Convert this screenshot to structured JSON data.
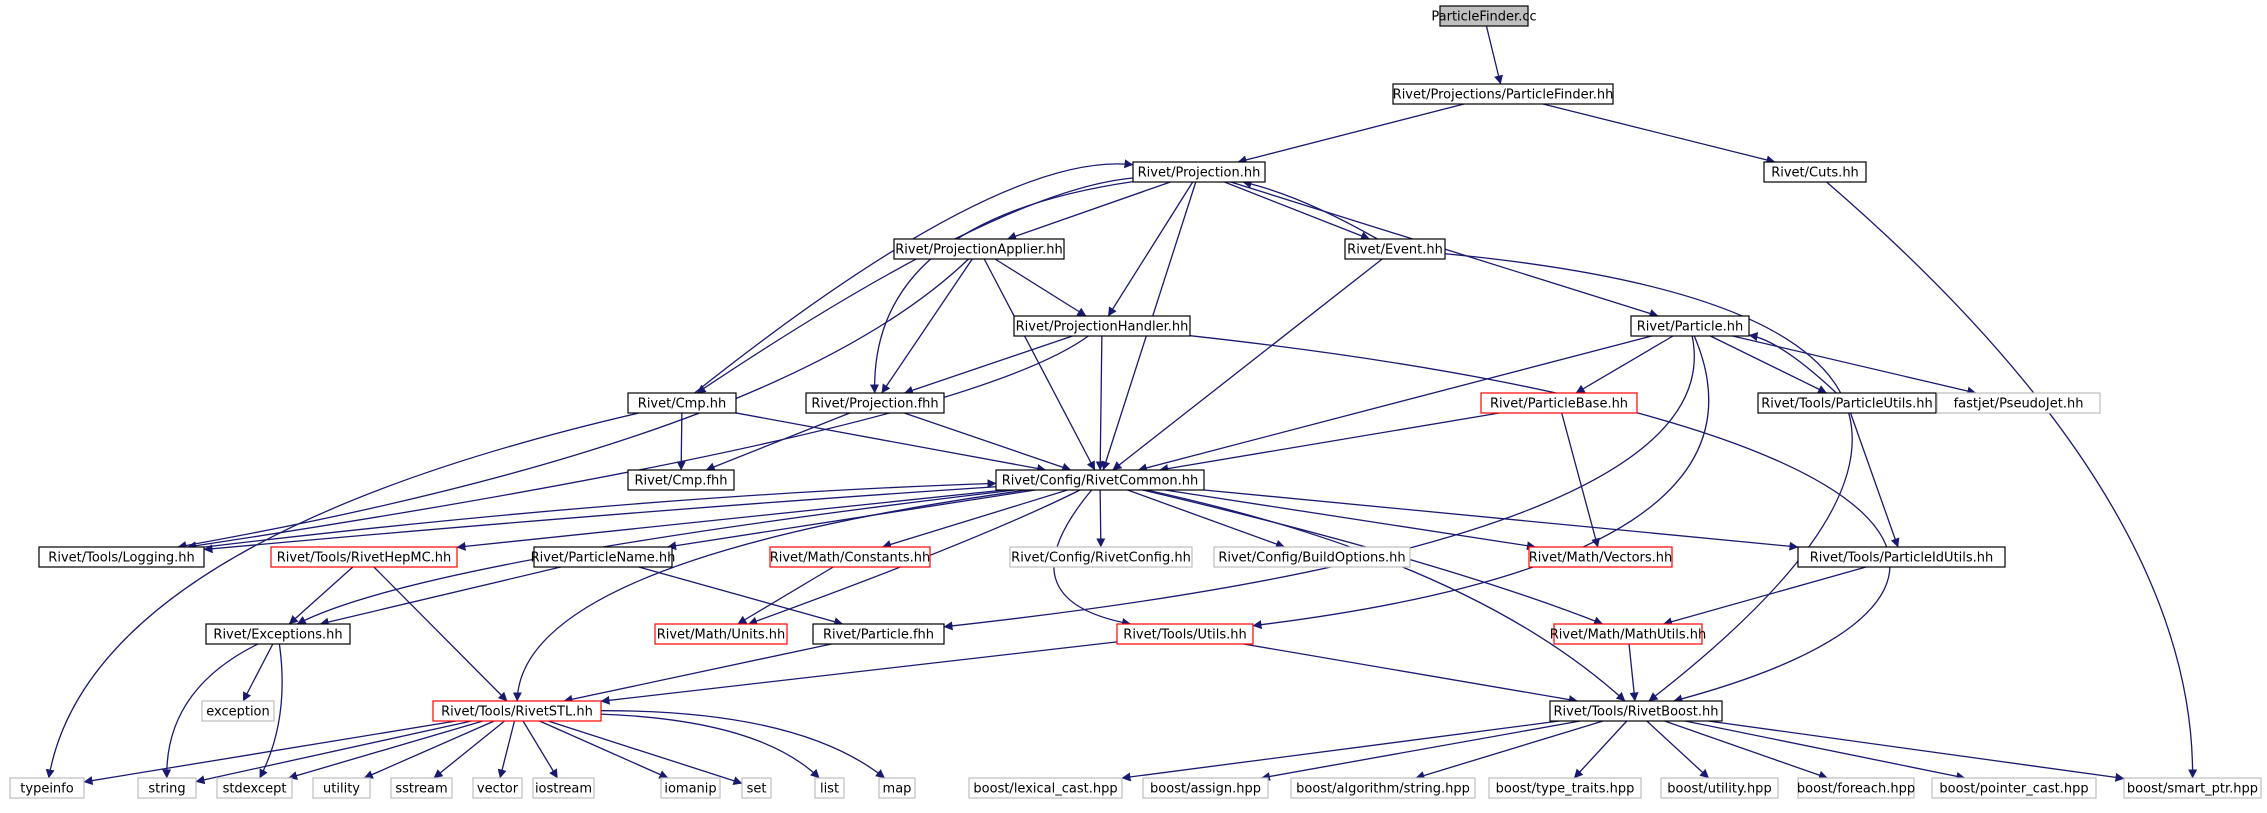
{
  "diagram": {
    "colors": {
      "edge": "#191970",
      "root_fill": "#bfbfbf",
      "box_border": "#000000",
      "red_border": "#ff0000",
      "gray_border": "#bfbfbf",
      "background": "#ffffff"
    },
    "nodes": [
      {
        "id": "n0",
        "label": "ParticleFinder.cc",
        "style": "root"
      },
      {
        "id": "n1",
        "label": "Rivet/Projections/ParticleFinder.hh",
        "style": "black"
      },
      {
        "id": "n2",
        "label": "Rivet/Projection.hh",
        "style": "black"
      },
      {
        "id": "n3",
        "label": "Rivet/Cuts.hh",
        "style": "black"
      },
      {
        "id": "n4",
        "label": "Rivet/ProjectionApplier.hh",
        "style": "black"
      },
      {
        "id": "n5",
        "label": "Rivet/Event.hh",
        "style": "black"
      },
      {
        "id": "n6",
        "label": "Rivet/ProjectionHandler.hh",
        "style": "black"
      },
      {
        "id": "n7",
        "label": "Rivet/Particle.hh",
        "style": "black"
      },
      {
        "id": "n8",
        "label": "Rivet/Cmp.hh",
        "style": "black"
      },
      {
        "id": "n9",
        "label": "Rivet/Projection.fhh",
        "style": "black"
      },
      {
        "id": "n10",
        "label": "Rivet/ParticleBase.hh",
        "style": "red"
      },
      {
        "id": "n11",
        "label": "Rivet/Tools/ParticleUtils.hh",
        "style": "black"
      },
      {
        "id": "n12",
        "label": "fastjet/PseudoJet.hh",
        "style": "gray"
      },
      {
        "id": "n13",
        "label": "Rivet/Cmp.fhh",
        "style": "black"
      },
      {
        "id": "n14",
        "label": "Rivet/Config/RivetCommon.hh",
        "style": "black"
      },
      {
        "id": "n15",
        "label": "Rivet/Tools/Logging.hh",
        "style": "black"
      },
      {
        "id": "n16",
        "label": "Rivet/Tools/RivetHepMC.hh",
        "style": "red"
      },
      {
        "id": "n17",
        "label": "Rivet/ParticleName.hh",
        "style": "black"
      },
      {
        "id": "n18",
        "label": "Rivet/Math/Constants.hh",
        "style": "red"
      },
      {
        "id": "n19",
        "label": "Rivet/Config/RivetConfig.hh",
        "style": "gray"
      },
      {
        "id": "n20",
        "label": "Rivet/Config/BuildOptions.hh",
        "style": "gray"
      },
      {
        "id": "n21",
        "label": "Rivet/Math/Vectors.hh",
        "style": "red"
      },
      {
        "id": "n22",
        "label": "Rivet/Tools/ParticleIdUtils.hh",
        "style": "black"
      },
      {
        "id": "n23",
        "label": "Rivet/Exceptions.hh",
        "style": "black"
      },
      {
        "id": "n24",
        "label": "Rivet/Math/Units.hh",
        "style": "red"
      },
      {
        "id": "n25",
        "label": "Rivet/Particle.fhh",
        "style": "black"
      },
      {
        "id": "n26",
        "label": "Rivet/Tools/Utils.hh",
        "style": "red"
      },
      {
        "id": "n27",
        "label": "Rivet/Math/MathUtils.hh",
        "style": "red"
      },
      {
        "id": "n28",
        "label": "exception",
        "style": "gray"
      },
      {
        "id": "n29",
        "label": "Rivet/Tools/RivetSTL.hh",
        "style": "red"
      },
      {
        "id": "n30",
        "label": "Rivet/Tools/RivetBoost.hh",
        "style": "black"
      },
      {
        "id": "n31",
        "label": "typeinfo",
        "style": "gray"
      },
      {
        "id": "n32",
        "label": "string",
        "style": "gray"
      },
      {
        "id": "n33",
        "label": "stdexcept",
        "style": "gray"
      },
      {
        "id": "n34",
        "label": "utility",
        "style": "gray"
      },
      {
        "id": "n35",
        "label": "sstream",
        "style": "gray"
      },
      {
        "id": "n36",
        "label": "vector",
        "style": "gray"
      },
      {
        "id": "n37",
        "label": "iostream",
        "style": "gray"
      },
      {
        "id": "n38",
        "label": "iomanip",
        "style": "gray"
      },
      {
        "id": "n39",
        "label": "set",
        "style": "gray"
      },
      {
        "id": "n40",
        "label": "list",
        "style": "gray"
      },
      {
        "id": "n41",
        "label": "map",
        "style": "gray"
      },
      {
        "id": "n42",
        "label": "boost/lexical_cast.hpp",
        "style": "gray"
      },
      {
        "id": "n43",
        "label": "boost/assign.hpp",
        "style": "gray"
      },
      {
        "id": "n44",
        "label": "boost/algorithm/string.hpp",
        "style": "gray"
      },
      {
        "id": "n45",
        "label": "boost/type_traits.hpp",
        "style": "gray"
      },
      {
        "id": "n46",
        "label": "boost/utility.hpp",
        "style": "gray"
      },
      {
        "id": "n47",
        "label": "boost/foreach.hpp",
        "style": "gray"
      },
      {
        "id": "n48",
        "label": "boost/pointer_cast.hpp",
        "style": "gray"
      },
      {
        "id": "n49",
        "label": "boost/smart_ptr.hpp",
        "style": "gray"
      }
    ],
    "edges": [
      [
        "n0",
        "n1"
      ],
      [
        "n1",
        "n2"
      ],
      [
        "n1",
        "n3"
      ],
      [
        "n2",
        "n4"
      ],
      [
        "n2",
        "n5"
      ],
      [
        "n2",
        "n6"
      ],
      [
        "n2",
        "n7"
      ],
      [
        "n2",
        "n8"
      ],
      [
        "n2",
        "n9"
      ],
      [
        "n2",
        "n14"
      ],
      [
        "n3",
        "n49"
      ],
      [
        "n4",
        "n6"
      ],
      [
        "n4",
        "n9"
      ],
      [
        "n4",
        "n14"
      ],
      [
        "n4",
        "n15"
      ],
      [
        "n5",
        "n2"
      ],
      [
        "n5",
        "n14"
      ],
      [
        "n5",
        "n30"
      ],
      [
        "n6",
        "n9"
      ],
      [
        "n6",
        "n14"
      ],
      [
        "n6",
        "n15"
      ],
      [
        "n6",
        "n30"
      ],
      [
        "n7",
        "n10"
      ],
      [
        "n7",
        "n11"
      ],
      [
        "n7",
        "n12"
      ],
      [
        "n7",
        "n14"
      ],
      [
        "n7",
        "n25"
      ],
      [
        "n7",
        "n26"
      ],
      [
        "n8",
        "n2"
      ],
      [
        "n8",
        "n13"
      ],
      [
        "n8",
        "n14"
      ],
      [
        "n8",
        "n31"
      ],
      [
        "n9",
        "n13"
      ],
      [
        "n9",
        "n14"
      ],
      [
        "n10",
        "n14"
      ],
      [
        "n10",
        "n21"
      ],
      [
        "n11",
        "n7"
      ],
      [
        "n11",
        "n22"
      ],
      [
        "n14",
        "n15"
      ],
      [
        "n14",
        "n16"
      ],
      [
        "n14",
        "n17"
      ],
      [
        "n14",
        "n18"
      ],
      [
        "n14",
        "n19"
      ],
      [
        "n14",
        "n20"
      ],
      [
        "n14",
        "n21"
      ],
      [
        "n14",
        "n22"
      ],
      [
        "n14",
        "n23"
      ],
      [
        "n14",
        "n24"
      ],
      [
        "n14",
        "n26"
      ],
      [
        "n14",
        "n27"
      ],
      [
        "n14",
        "n29"
      ],
      [
        "n14",
        "n30"
      ],
      [
        "n15",
        "n14"
      ],
      [
        "n16",
        "n23"
      ],
      [
        "n16",
        "n29"
      ],
      [
        "n17",
        "n23"
      ],
      [
        "n17",
        "n25"
      ],
      [
        "n18",
        "n24"
      ],
      [
        "n22",
        "n27"
      ],
      [
        "n23",
        "n28"
      ],
      [
        "n23",
        "n32"
      ],
      [
        "n23",
        "n33"
      ],
      [
        "n25",
        "n29"
      ],
      [
        "n26",
        "n29"
      ],
      [
        "n26",
        "n30"
      ],
      [
        "n27",
        "n30"
      ],
      [
        "n29",
        "n31"
      ],
      [
        "n29",
        "n32"
      ],
      [
        "n29",
        "n33"
      ],
      [
        "n29",
        "n34"
      ],
      [
        "n29",
        "n35"
      ],
      [
        "n29",
        "n36"
      ],
      [
        "n29",
        "n37"
      ],
      [
        "n29",
        "n38"
      ],
      [
        "n29",
        "n39"
      ],
      [
        "n29",
        "n40"
      ],
      [
        "n29",
        "n41"
      ],
      [
        "n30",
        "n42"
      ],
      [
        "n30",
        "n43"
      ],
      [
        "n30",
        "n44"
      ],
      [
        "n30",
        "n45"
      ],
      [
        "n30",
        "n46"
      ],
      [
        "n30",
        "n47"
      ],
      [
        "n30",
        "n48"
      ],
      [
        "n30",
        "n49"
      ]
    ]
  }
}
